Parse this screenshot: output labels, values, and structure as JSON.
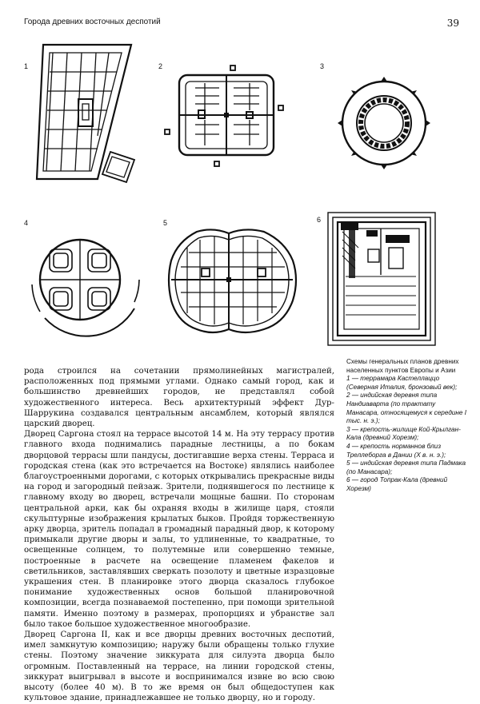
{
  "header": {
    "title": "Города древних восточных деспотий",
    "page_number": "39"
  },
  "figures": [
    "1",
    "2",
    "3",
    "4",
    "5",
    "6"
  ],
  "body": {
    "paragraphs": [
      "рода строился на сочетании прямолинейных магистралей, расположенных под прямыми углами. Однако самый город, как и большинство древнейших городов, не представлял собой художественного интереса. Весь архитектурный эффект Дур-Шаррукина создавался центральным ансамблем, который являлся царский дворец.",
      "Дворец Саргона стоял на террасе высотой 14 м. На эту террасу против главного входа поднимались парадные лестницы, а по бокам дворцовой террасы шли пандусы, достигавшие верха стены. Терраса и городская стена (как это встречается на Востоке) являлись наиболее благоустроенными дорогами, с которых открывались прекрасные виды на город и загородный пейзаж. Зрители, поднявшегося по лестнице к главному входу во дворец, встречали мощные башни. По сторонам центральной арки, как бы охраняя входы в жилище царя, стояли скульптурные изображения крылатых быков. Пройдя торжественную арку дворца, зритель попадал в громадный парадный двор, к которому примыкали другие дворы и залы, то удлиненные, то квадратные, то освещенные солнцем, то полутемные или совершенно темные, построенные в расчете на освещение пламенем факелов и светильников, заставлявших сверкать позолоту и цветные изразцовые украшения стен. В планировке этого дворца сказалось глубокое понимание художественных основ большой планировочной композиции, всегда познаваемой постепенно, при помощи зрительной памяти. Именно поэтому в размерах, пропорциях и убранстве зал было такое большое художественное многообразие.",
      "Дворец Саргона II, как и все дворцы древних восточных деспотий, имел замкнутую композицию; наружу были обращены только глухие стены. Поэтому значение зиккурата для силуэта дворца было огромным. Поставленный на террасе, на линии городской стены, зиккурат выигрывал в высоте и воспринимался извне во всю свою высоту (более 40 м). В то же время он был общедоступен как культовое здание, принадлежавшее не только дворцу, но и городу."
    ]
  },
  "caption": {
    "title": "Схемы генеральных планов древних населенных пунктов Европы и Азии",
    "items": [
      "1 — террамара Кастеллаццо (Северная Италия, бронзовый век);",
      "2 — индийская деревня типа Нандиаварта (по трактату Манасара, относящемуся к середине I тыс. н. э.);",
      "3 — крепость-жилище Кой-Крылган-Кала (древний Хорезм);",
      "4 — крепость норманнов близ Треллеборга в Дании (X в. н. э.);",
      "5 — индийская деревня типа Падмака (по Манасара);",
      "6 — город Топрак-Кала (древний Хорезм)"
    ]
  }
}
